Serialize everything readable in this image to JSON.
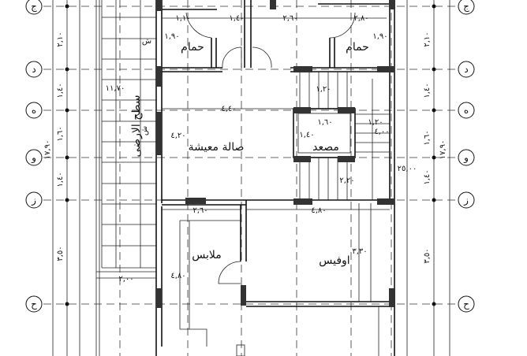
{
  "axes": [
    "ج",
    "د",
    "ه",
    "و",
    "ز",
    "ح"
  ],
  "rooms": {
    "bath_left": "حمام",
    "bath_right": "حمام",
    "living": "صالة معيشة",
    "elevator": "مصعد",
    "closet": "ملابس",
    "office": "اوفيس",
    "roof": "سطح الارضى",
    "shaft_1": "ش",
    "shaft_2": "ش"
  },
  "left_dims": [
    "٢,١٠",
    "١,٤٠",
    "١,٦٠",
    "١٧,٩٠",
    "١,٤٠",
    "٣,٥٠"
  ],
  "right_dims": [
    "٢,١٠",
    "١,٤٠",
    "١,٦٠",
    "١٧,٩٠",
    "١,٤٠",
    "٣,٥٠",
    "٢٥,٠٠"
  ],
  "interior_dims": {
    "bath_left_w": "١,١٠",
    "corridor_w": "١,٤٠",
    "hall_w": "٢,٦٠",
    "bath_right_w": "٢,٨٠",
    "bath_left_h": "١,٩٠",
    "bath_right_h": "١,٩٠",
    "roof_len": "١١,٧٠",
    "living_w": "٤,٤٠",
    "living_h": "٤,٢٠",
    "landing_h": "١,٢٠",
    "elevator_w": "١,٦٠",
    "elevator_h": "١,٤٠",
    "stair_w": "١,٢٠",
    "stair_len": "٤,٠٠",
    "stair_low": "٢,٢٠",
    "closet_w": "٢,٦٠",
    "office_w": "٤,٨٠",
    "closet_h": "٤,٨٠",
    "roof_bottom_w": "٢,٠٠",
    "office_h": "٣,٣٠"
  }
}
